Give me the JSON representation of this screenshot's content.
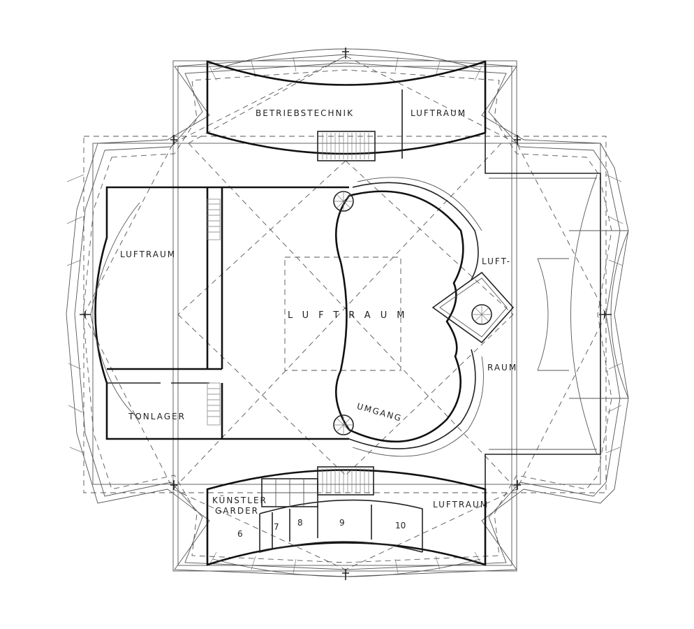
{
  "labels": {
    "betriebstechnik": "BETRIEBSTECHNIK",
    "luftraum_top": "LUFTRAUM",
    "luftraum_left": "LUFTRAUM",
    "luftraum_center": "LUFTRAUM",
    "luft_right": "LUFT-",
    "raum_right": "RAUM",
    "umgang": "UMGANG",
    "tonlager": "TONLAGER",
    "kuenstler": "KÜNSTLER",
    "garder": "GARDER",
    "luftraum_bottom": "LUFTRAUM"
  },
  "rooms": [
    "6",
    "7",
    "8",
    "9",
    "10"
  ]
}
